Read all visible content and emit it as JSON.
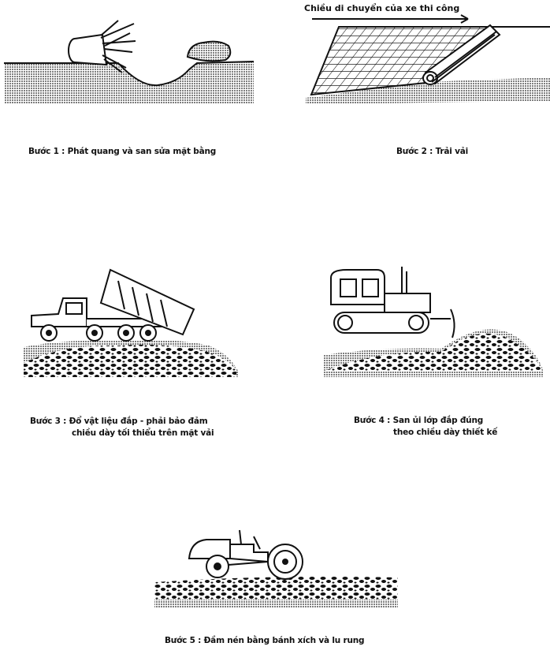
{
  "steps": [
    {
      "caption": "Bước 1 : Phát quang và san sửa mặt bằng"
    },
    {
      "caption": "Bước 2 : Trải vải",
      "arrow_label": "Chiều di chuyển của xe thi công"
    },
    {
      "caption_line1": "Bước 3 : Đổ vật liệu đắp - phải bảo đảm",
      "caption_line2": "chiều dày tối thiểu trên mặt vải"
    },
    {
      "caption_line1": "Bước 4 : San ủi lớp đắp đúng",
      "caption_line2": "theo chiều dày thiết kế"
    },
    {
      "caption": "Bước 5 : Đầm nén bằng bánh xích và lu rung"
    }
  ]
}
